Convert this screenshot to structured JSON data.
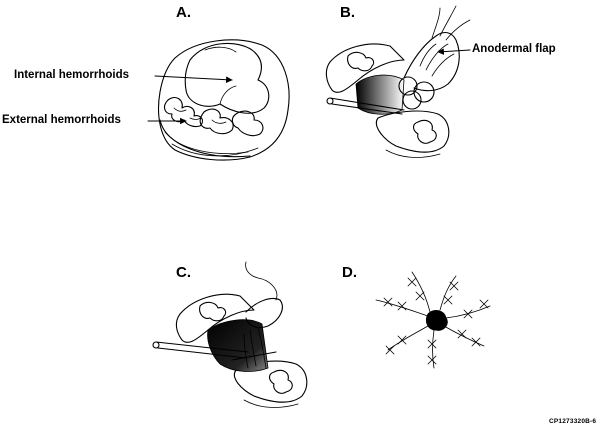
{
  "panels": {
    "a": {
      "letter": "A.",
      "labels": {
        "internal": "Internal hemorrhoids",
        "external": "External hemorrhoids"
      }
    },
    "b": {
      "letter": "B.",
      "labels": {
        "flap": "Anodermal flap"
      }
    },
    "c": {
      "letter": "C."
    },
    "d": {
      "letter": "D."
    }
  },
  "figure_id": "CP1273320B-6"
}
